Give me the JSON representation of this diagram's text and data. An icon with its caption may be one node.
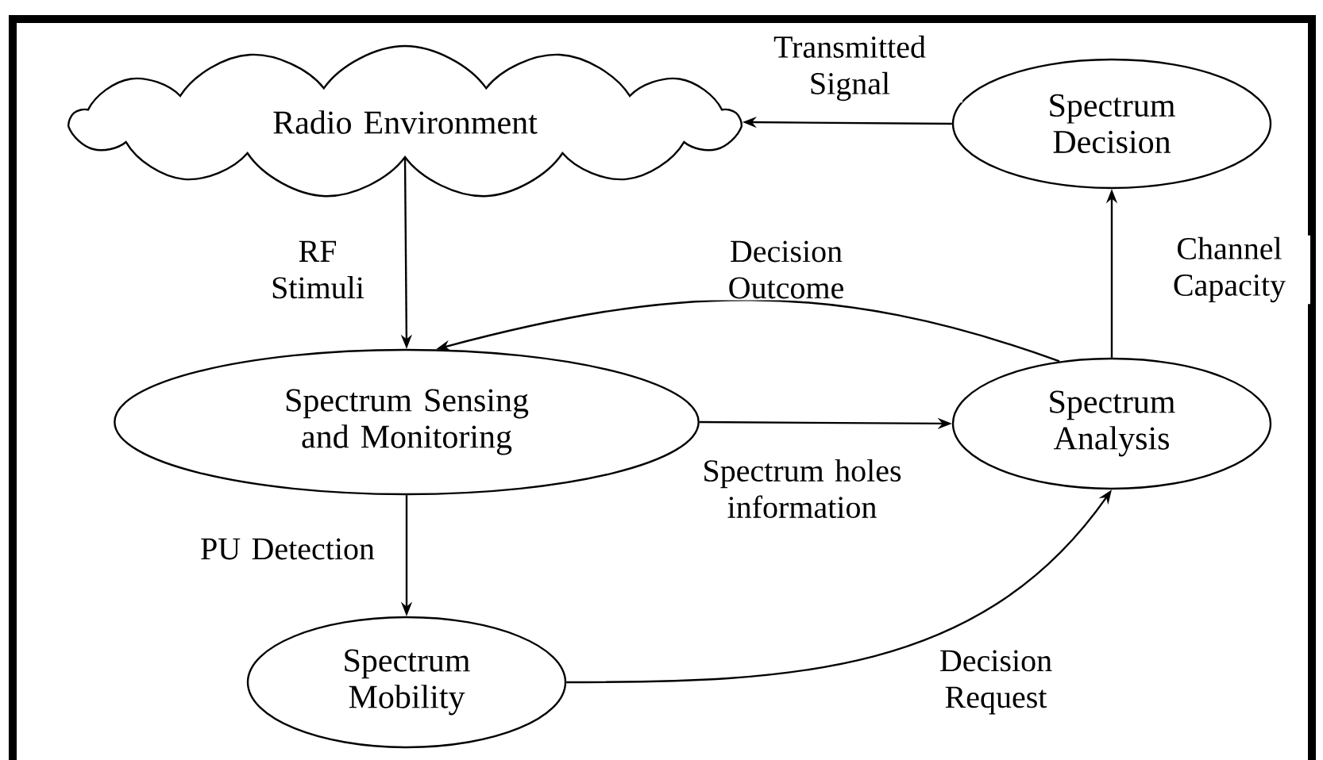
{
  "diagram": {
    "nodes": [
      {
        "text": [
          "Radio Environment"
        ]
      },
      {
        "text": [
          "Spectrum Decision"
        ]
      },
      {
        "text": [
          "Spectrum Sensing and Monitoring"
        ]
      },
      {
        "text": [
          "Spectrum Analysis"
        ]
      },
      {
        "text": [
          "Spectrum Mobility"
        ]
      }
    ],
    "edges": [
      {
        "from": 1,
        "to": 0,
        "arrow": "to",
        "label": "Transmitted Signal"
      },
      {
        "from": 0,
        "to": 2,
        "arrow": "to",
        "label": "RF Stimuli"
      },
      {
        "from": 3,
        "to": 1,
        "arrow": "to",
        "label": "Channel Capacity"
      },
      {
        "from": 3,
        "to": 2,
        "arrow": "to",
        "label": "Decision Outcome"
      },
      {
        "from": 2,
        "to": 3,
        "arrow": "to",
        "label": "Spectrum holes information"
      },
      {
        "from": 2,
        "to": 4,
        "arrow": "to",
        "label": "PU Detection"
      },
      {
        "from": 4,
        "to": 3,
        "arrow": "to",
        "label": "Decision Request"
      }
    ]
  }
}
